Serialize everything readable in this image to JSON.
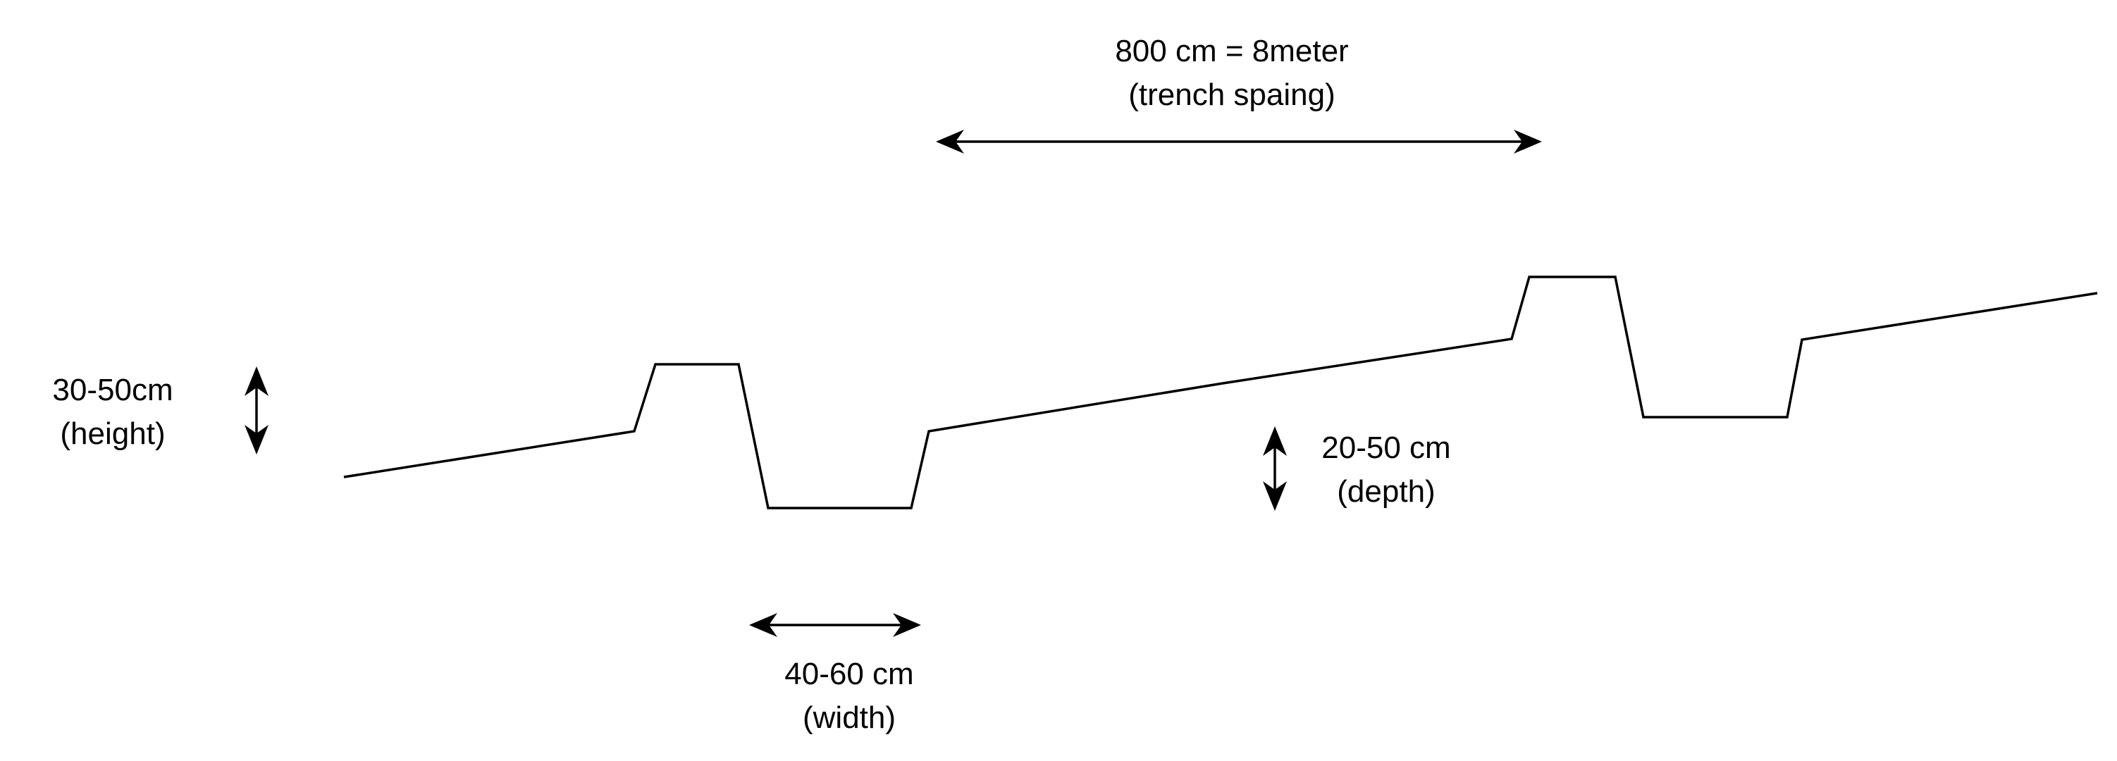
{
  "annotations": {
    "spacing": {
      "line1": "800 cm = 8meter",
      "line2": "(trench spaing)"
    },
    "height": {
      "line1": "30-50cm",
      "line2": "(height)"
    },
    "depth": {
      "line1": "20-50 cm",
      "line2": "(depth)"
    },
    "width": {
      "line1": "40-60 cm",
      "line2": "(width)"
    }
  },
  "colors": {
    "stroke": "#000000",
    "background": "#ffffff"
  }
}
